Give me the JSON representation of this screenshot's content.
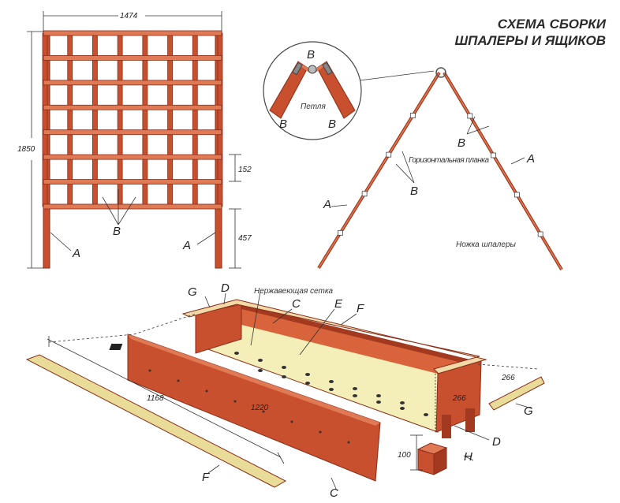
{
  "title": {
    "line1": "СХЕМА СБОРКИ",
    "line2": "ШПАЛЕРЫ И ЯЩИКОВ"
  },
  "trellis": {
    "width": "1474",
    "height": "1850",
    "cell": "152",
    "leg": "457",
    "labels": {
      "a_left": "A",
      "a_right": "A",
      "b": "B"
    }
  },
  "a_frame": {
    "detail_b_top": "B",
    "detail_b_left": "B",
    "detail_b_right": "B",
    "hinge": "Петля",
    "b_upper": "B",
    "b_lower": "B",
    "crossbar": "Горизонтальная планка",
    "a_left": "A",
    "a_right": "A",
    "leg": "Ножка шпалеры"
  },
  "box": {
    "mesh": "Нержавеющая сетка",
    "labels": {
      "g_left": "G",
      "d_left": "D",
      "c_back": "C",
      "e": "E",
      "f_top": "F",
      "f_bottom": "F",
      "c_front": "C",
      "d_right": "D",
      "g_right": "G",
      "h": "H"
    },
    "dims": {
      "strip_length": "1168",
      "board_length": "1220",
      "end_height": "266",
      "cleat": "266",
      "foot": "100"
    }
  },
  "colors": {
    "wood": "#c8502f",
    "wood_dark": "#8a2c18",
    "wood_light": "#e07a55",
    "floor": "#f4efb8",
    "strip": "#e9dc99"
  }
}
